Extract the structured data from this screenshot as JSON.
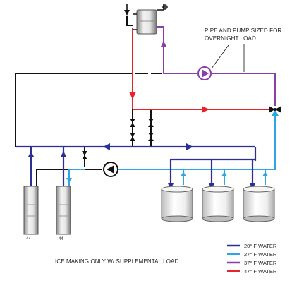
{
  "annotations": {
    "pump_note_line1": "PIPE AND PUMP SIZED FOR",
    "pump_note_line2": "OVERNIGHT LOAD",
    "mode_caption": "ICE MAKING ONLY W/ SUPPLEMENTAL LOAD"
  },
  "legend": [
    {
      "label": "20° F WATER",
      "color": "#2e2f94"
    },
    {
      "label": "27° F WATER",
      "color": "#2ea6e6"
    },
    {
      "label": "37° F WATER",
      "color": "#8a3ea8"
    },
    {
      "label": "47° F WATER",
      "color": "#e8232a"
    }
  ],
  "colors": {
    "glycol_20f": "#2e2f94",
    "glycol_27f": "#2ea6e6",
    "glycol_37f": "#8a3ea8",
    "glycol_47f": "#e8232a",
    "piping": "#111111"
  }
}
